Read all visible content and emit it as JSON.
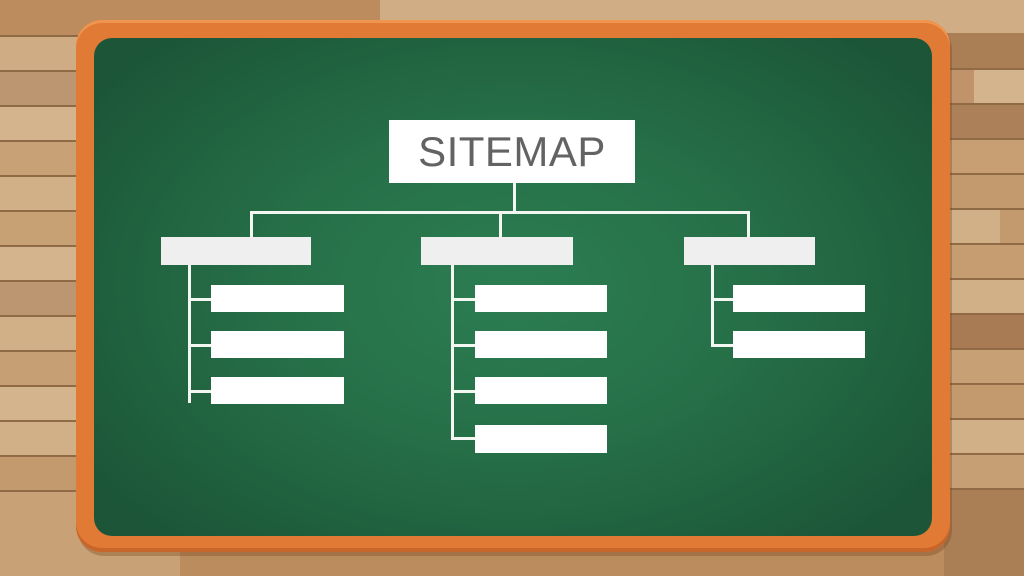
{
  "diagram": {
    "title": "SITEMAP",
    "type": "sitemap-tree",
    "root": {
      "label": "SITEMAP",
      "children": [
        {
          "label": "",
          "children": [
            {
              "label": ""
            },
            {
              "label": ""
            },
            {
              "label": ""
            }
          ]
        },
        {
          "label": "",
          "children": [
            {
              "label": ""
            },
            {
              "label": ""
            },
            {
              "label": ""
            },
            {
              "label": ""
            }
          ]
        },
        {
          "label": "",
          "children": [
            {
              "label": ""
            },
            {
              "label": ""
            }
          ]
        }
      ]
    }
  },
  "colors": {
    "frame": "#e07a35",
    "board_center": "#2c7d52",
    "board_edge": "#1c5538",
    "box": "#ffffff",
    "title_text": "#636363",
    "wood_light": "#d2b087",
    "wood_dark": "#a97b54"
  }
}
